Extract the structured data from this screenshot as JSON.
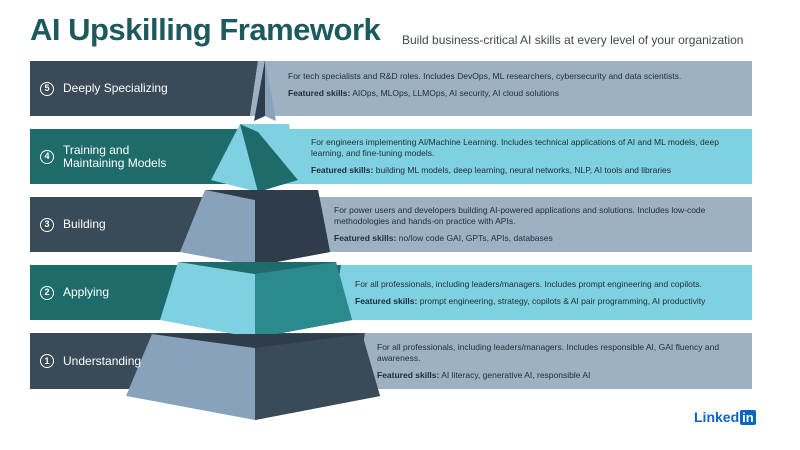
{
  "header": {
    "title": "AI Upskilling Framework",
    "subtitle": "Build business-critical AI skills at every level of your organization"
  },
  "colors": {
    "dark": "#3a4a56",
    "teal": "#1d6b6b",
    "light_blue": "#7fd0e0",
    "gray_blue": "#9db0c4",
    "pyramid_dark": "#2e3d49",
    "pyramid_light": "#89a2bc"
  },
  "levels": [
    {
      "number": "5",
      "name": "Deeply Specializing",
      "description": "For tech specialists and R&D roles. Includes DevOps, ML researchers, cybersecurity and data scientists.",
      "featured_label": "Featured skills:",
      "featured": " AIOps, MLOps, LLMOps, AI security, AI cloud solutions"
    },
    {
      "number": "4",
      "name": "Training and\nMaintaining Models",
      "description": "For engineers implementing AI/Machine Learning. Includes technical applications of AI and ML models, deep learning, and fine-tuning models.",
      "featured_label": "Featured skills:",
      "featured": " building ML models, deep learning, neural networks, NLP, AI tools and libraries"
    },
    {
      "number": "3",
      "name": "Building",
      "description": "For power users and developers building AI-powered applications and solutions. Includes low-code methodologies and hands-on practice with APIs.",
      "featured_label": "Featured skills:",
      "featured": " no/low code GAI, GPTs, APIs, databases"
    },
    {
      "number": "2",
      "name": "Applying",
      "description": "For all professionals, including leaders/managers. Includes prompt engineering and copilots.",
      "featured_label": "Featured skills:",
      "featured": "  prompt engineering, strategy, copilots & AI pair programming, AI productivity"
    },
    {
      "number": "1",
      "name": "Understanding",
      "description": "For all professionals, including leaders/managers. Includes responsible AI, GAI fluency and awareness.",
      "featured_label": "Featured skills:",
      "featured": "  AI literacy, generative AI, responsible AI"
    }
  ],
  "brand": {
    "linked": "Linked",
    "in": "in"
  }
}
